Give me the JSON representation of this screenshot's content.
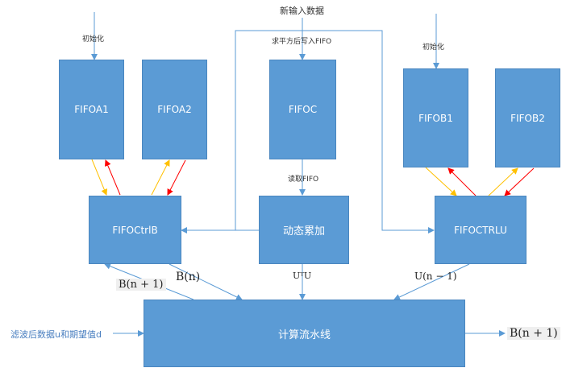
{
  "colors": {
    "box_fill": "#5b9bd5",
    "line_blue": "#5b9bd5",
    "arrow_yellow": "#ffc000",
    "arrow_red": "#ff0000",
    "left_input_text": "#4a7fc0"
  },
  "labels": {
    "init_left": "初始化",
    "init_right": "初始化",
    "new_input": "新输入数据",
    "write_fifo": "求平方后写入FIFO",
    "read_fifo": "读取FIFO",
    "left_input": "滤波后数据u和期望值d",
    "b_n_plus_1_left": "B(n + 1)",
    "b_n": "B(n)",
    "ut_u": "UᵀU",
    "u_n_minus_1": "U(n − 1)",
    "b_n_plus_1_right": "B(n + 1)"
  },
  "boxes": {
    "fifoa1": "FIFOA1",
    "fifoa2": "FIFOA2",
    "fifoc": "FIFOC",
    "fifob1": "FIFOB1",
    "fifob2": "FIFOB2",
    "fifoctrlb": "FIFOCtrlB",
    "dynamic_accum": "动态累加",
    "fifoctrlu": "FIFOCTRLU",
    "pipeline": "计算流水线"
  }
}
